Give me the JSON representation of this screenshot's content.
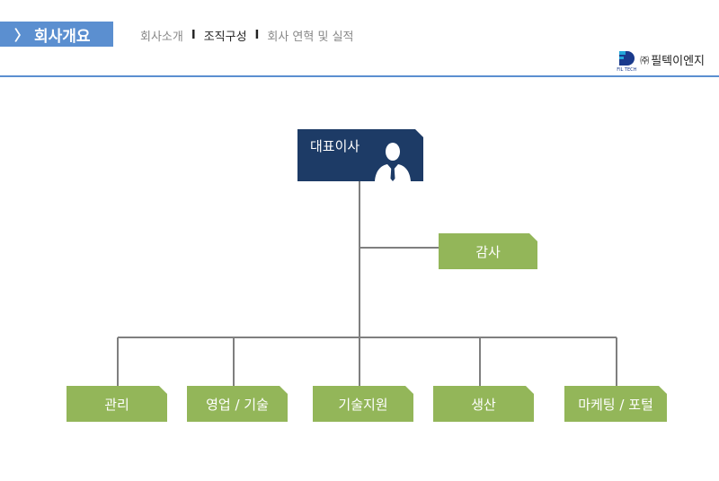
{
  "header": {
    "section_title": "회사개요",
    "subnav": [
      {
        "label": "회사소개",
        "active": false
      },
      {
        "label": "조직구성",
        "active": true
      },
      {
        "label": "회사 연혁 및 실적",
        "active": false
      }
    ],
    "separator": "I",
    "company_paren": "㈜",
    "company_name": "필텍이엔지",
    "logo_sub": "FIL TECH"
  },
  "org": {
    "ceo": "대표이사",
    "auditor": "감사",
    "departments": [
      "관리",
      "영업 / 기술",
      "기술지원",
      "생산",
      "마케팅 / 포털"
    ]
  },
  "colors": {
    "accent": "#5b8fd0",
    "ceo_box": "#1d3b66",
    "dept_box": "#93b659",
    "line": "#7f7f7f"
  },
  "icons": {
    "ceo": "person-silhouette-icon",
    "nav": "chevron-right-icon"
  }
}
